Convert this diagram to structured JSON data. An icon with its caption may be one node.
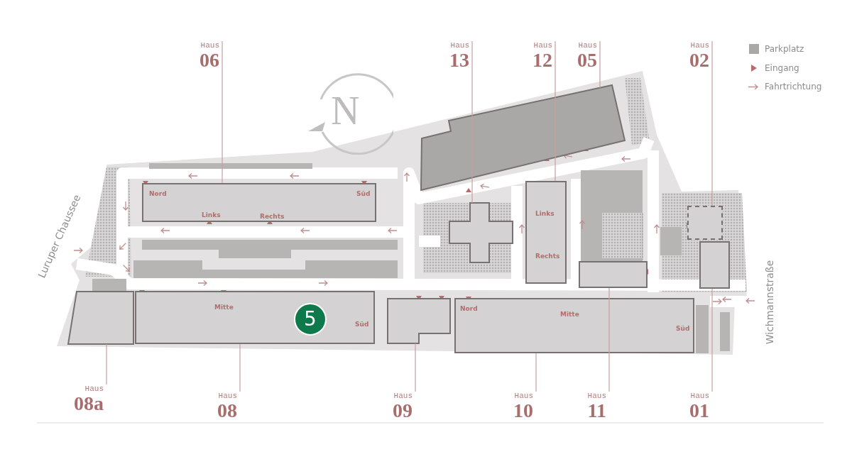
{
  "diagram": {
    "nodes": [
      {
        "text": [
          "Haus",
          "06"
        ]
      },
      {
        "text": [
          "Haus",
          "13"
        ]
      },
      {
        "text": [
          "Haus",
          "12"
        ]
      },
      {
        "text": [
          "Haus",
          "05"
        ]
      },
      {
        "text": [
          "Haus",
          "02"
        ]
      },
      {
        "text": [],
        "shape": "box"
      },
      {
        "text": [
          "Nord",
          "Süd",
          "Links",
          "Rechts"
        ]
      },
      {
        "text": [],
        "shape": "box"
      },
      {
        "text": [
          "Links",
          "Rechts"
        ]
      },
      {
        "text": [],
        "shape": "box"
      },
      {
        "text": [],
        "shape": "box"
      },
      {
        "text": [],
        "shape": "box"
      },
      {
        "text": [],
        "shape": "box"
      },
      {
        "text": [
          "Mitte",
          "Süd"
        ]
      },
      {
        "text": [
          "5"
        ],
        "in": 13
      },
      {
        "text": [],
        "shape": "box"
      },
      {
        "text": [
          "Nord",
          "Mitte",
          "Süd"
        ]
      },
      {
        "text": [
          "Haus",
          "08a"
        ]
      },
      {
        "text": [
          "Haus",
          "08"
        ]
      },
      {
        "text": [
          "Haus",
          "09"
        ]
      },
      {
        "text": [
          "Haus",
          "10"
        ]
      },
      {
        "text": [
          "Haus",
          "11"
        ]
      },
      {
        "text": [
          "Haus",
          "01"
        ]
      }
    ],
    "edges": [
      {
        "from": 0,
        "to": 6,
        "arrow": "none"
      },
      {
        "from": 1,
        "to": 7,
        "arrow": "none"
      },
      {
        "from": 2,
        "to": 8,
        "arrow": "none"
      },
      {
        "from": 3,
        "to": 5,
        "arrow": "none"
      },
      {
        "from": 4,
        "to": 9,
        "arrow": "none"
      },
      {
        "from": 17,
        "to": 12,
        "arrow": "none"
      },
      {
        "from": 18,
        "to": 13,
        "arrow": "none"
      },
      {
        "from": 19,
        "to": 15,
        "arrow": "none"
      },
      {
        "from": 20,
        "to": 16,
        "arrow": "none"
      },
      {
        "from": 21,
        "to": 10,
        "arrow": "none"
      },
      {
        "from": 22,
        "to": 11,
        "arrow": "none"
      }
    ],
    "labels": [
      "N",
      "Luruper Chaussee",
      "Wichmannstraße"
    ],
    "legend": [
      {
        "text": "Parkplatz",
        "color": "#aaa7a7"
      },
      {
        "text": "Eingang"
      },
      {
        "text": "Fahrtrichtung"
      }
    ]
  }
}
